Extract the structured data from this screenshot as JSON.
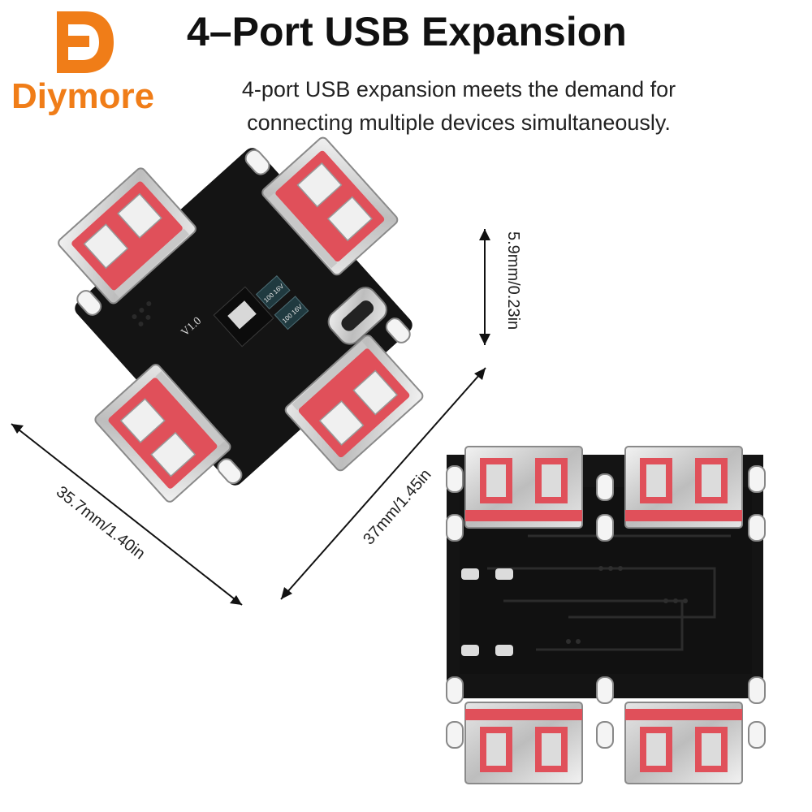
{
  "brand": {
    "name": "Diymore",
    "accent_color": "#f07d18"
  },
  "header": {
    "title": "4–Port USB Expansion",
    "subtitle_line1": "4-port USB expansion meets the demand for",
    "subtitle_line2": "connecting multiple devices simultaneously."
  },
  "dimensions": {
    "height_label": "5.9mm/0.23in",
    "width_label": "35.7mm/1.40in",
    "length_label": "37mm/1.45in"
  },
  "board": {
    "silkscreen_version": "V1.0",
    "capacitor_label_a": "100 16V",
    "capacitor_label_b": "100 16V",
    "pcb_color": "#141414",
    "port_insert_color": "#e0505a"
  }
}
